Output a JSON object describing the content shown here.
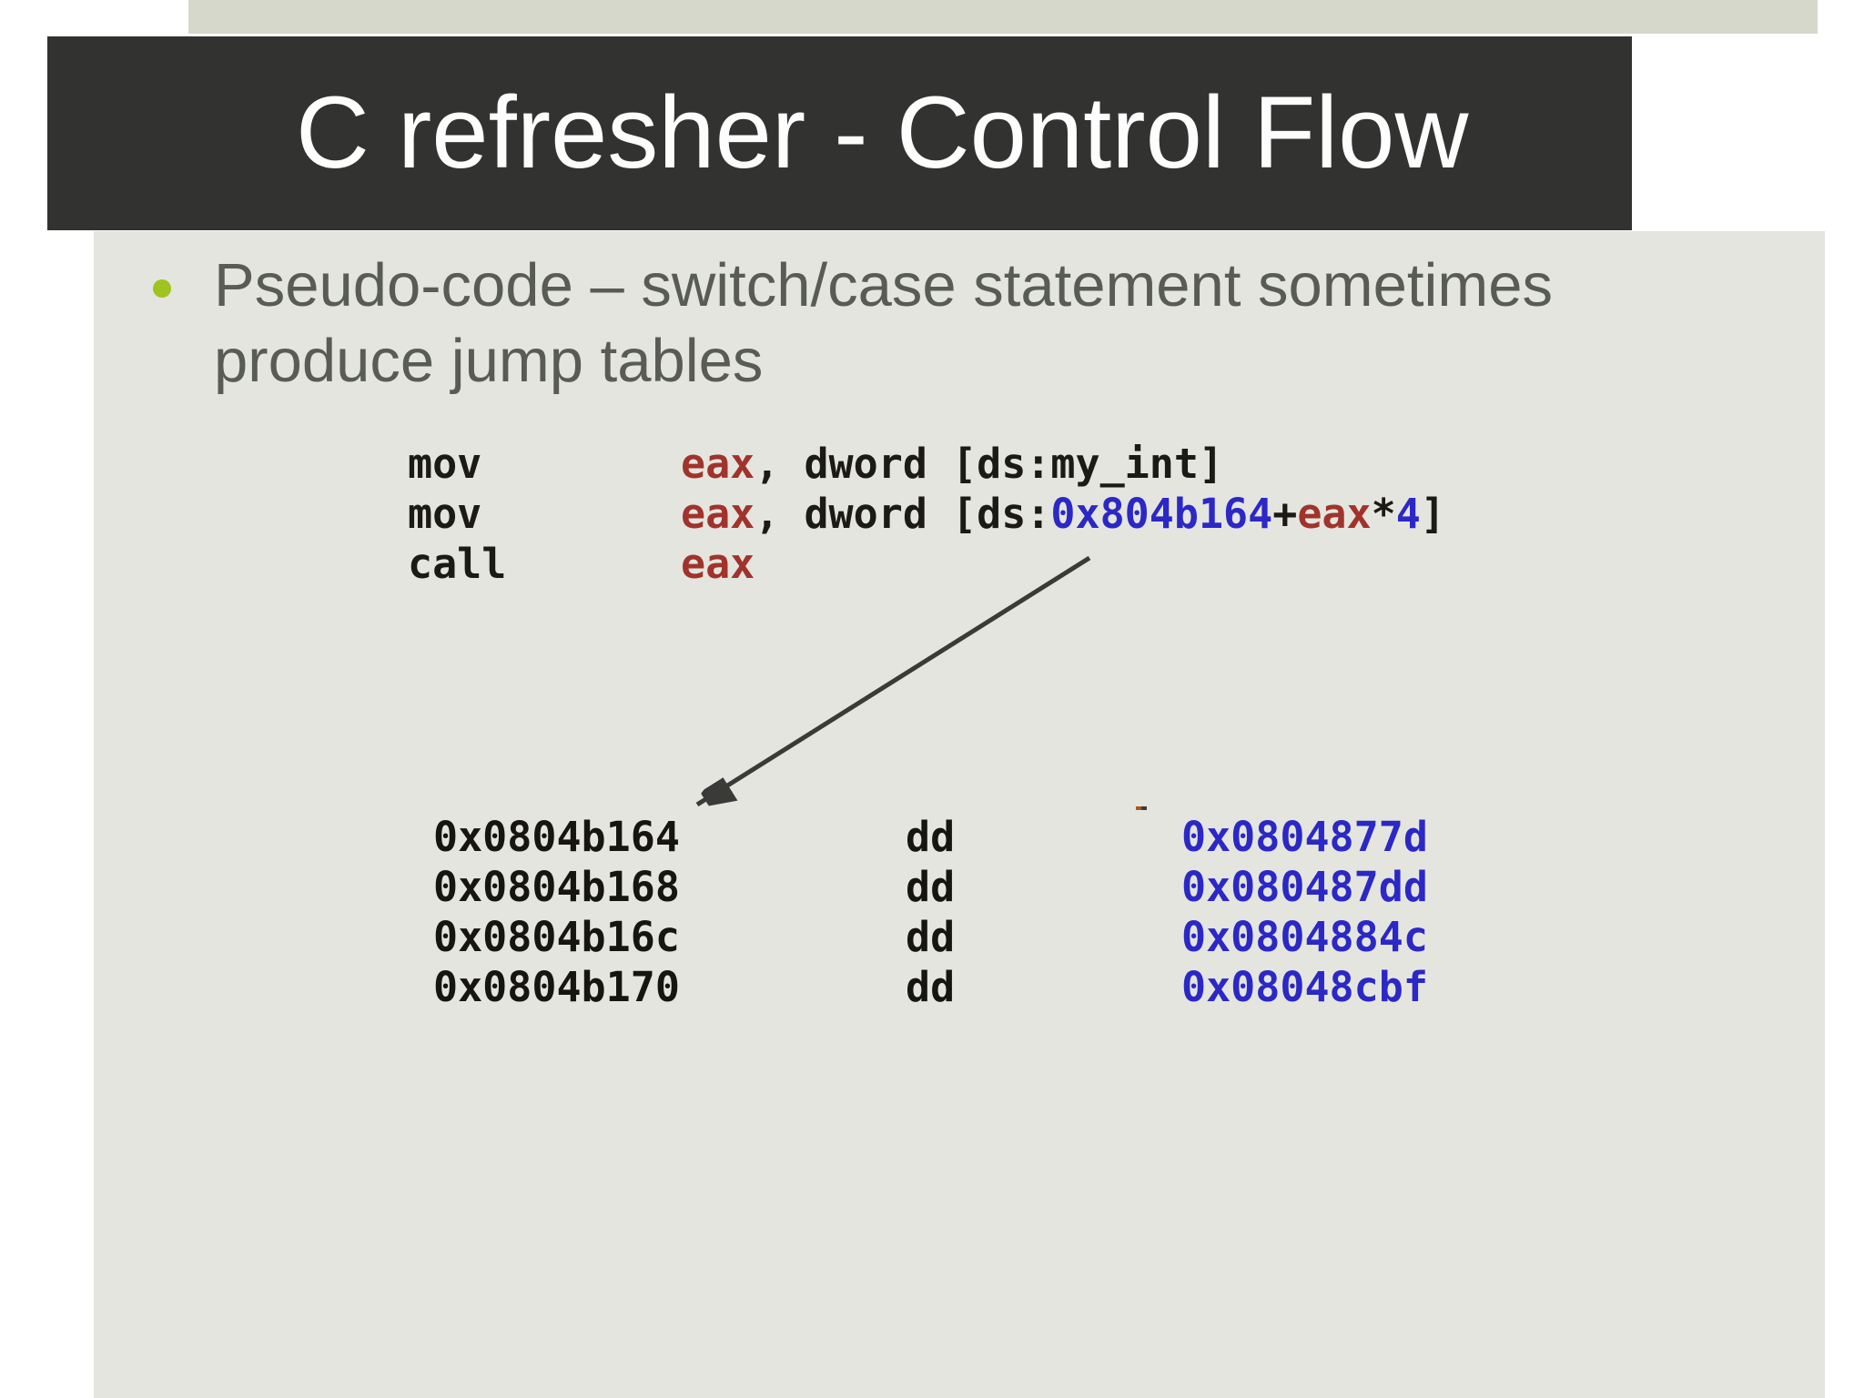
{
  "slide": {
    "title": "C refresher - Control Flow",
    "bullet": {
      "line1": "Pseudo-code – switch/case statement sometimes",
      "line2": "produce jump tables"
    }
  },
  "asm": {
    "lines": [
      {
        "mnemonic": "mov",
        "operand_segments": [
          {
            "text": "eax",
            "color": "register-red"
          },
          {
            "text": ", dword [ds:my_int]",
            "color": "code-black"
          }
        ]
      },
      {
        "mnemonic": "mov",
        "operand_segments": [
          {
            "text": "eax",
            "color": "register-red"
          },
          {
            "text": ", dword [ds:",
            "color": "code-black"
          },
          {
            "text": "0x804b164",
            "color": "address-blue"
          },
          {
            "text": "+",
            "color": "code-black"
          },
          {
            "text": "eax",
            "color": "register-red"
          },
          {
            "text": "*",
            "color": "code-black"
          },
          {
            "text": "4",
            "color": "address-blue"
          },
          {
            "text": "]",
            "color": "code-black"
          }
        ]
      },
      {
        "mnemonic": "call",
        "operand_segments": [
          {
            "text": "eax",
            "color": "register-red"
          }
        ]
      }
    ]
  },
  "jump_table": {
    "rows": [
      {
        "address": "0x0804b164",
        "directive": "dd",
        "value": "0x0804877d"
      },
      {
        "address": "0x0804b168",
        "directive": "dd",
        "value": "0x080487dd"
      },
      {
        "address": "0x0804b16c",
        "directive": "dd",
        "value": "0x0804884c"
      },
      {
        "address": "0x0804b170",
        "directive": "dd",
        "value": "0x08048cbf"
      }
    ]
  },
  "icons": {
    "arrow": "diagonal-arrow-down-left"
  },
  "colors": {
    "top_band": "#d5d8cb",
    "title_bar": "#323231",
    "title_text": "#fdfdfd",
    "content_background": "#e4e5df",
    "body_text": "#595b55",
    "bullet_green": "#9fc41f",
    "code_black": "#1b1a16",
    "register_red": "#a0332b",
    "address_blue": "#2b28c6",
    "arrow_gray": "#3a3a38"
  }
}
